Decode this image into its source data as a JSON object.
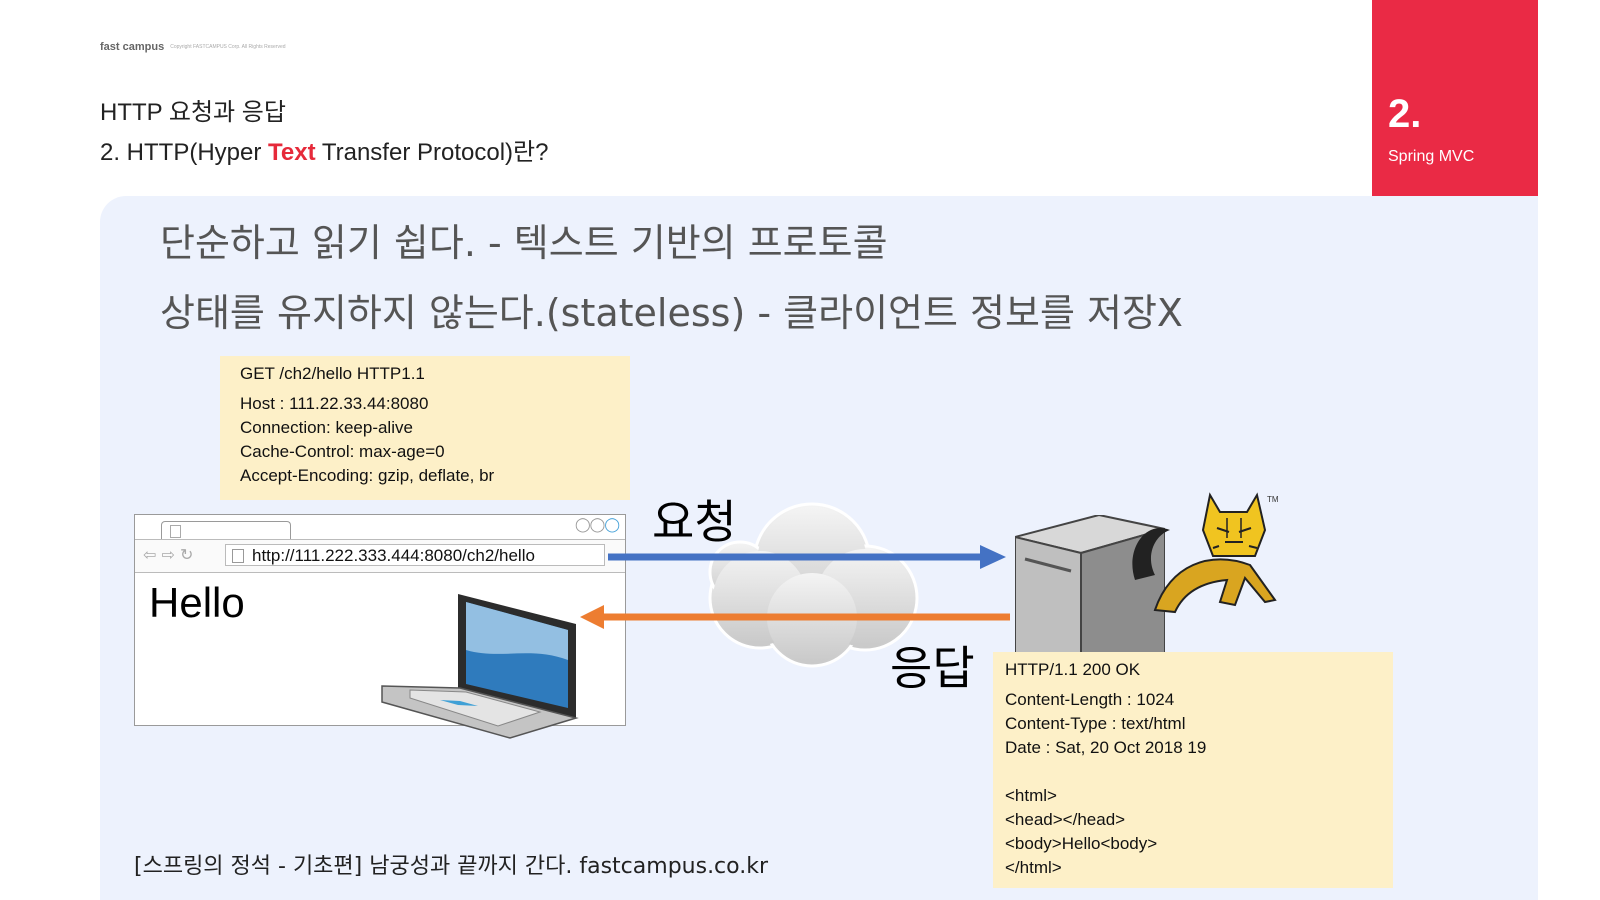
{
  "brand": {
    "logo": "fast campus",
    "copyright": "Copyright FASTCAMPUS Corp. All Rights Reserved"
  },
  "title": "HTTP 요청과 응답",
  "subtitle": {
    "prefix": "2. HTTP(Hyper ",
    "highlight": "Text",
    "suffix": " Transfer Protocol)란?"
  },
  "corner": {
    "number": "2.",
    "label": "Spring MVC"
  },
  "lines": [
    "단순하고 읽기 쉽다. - 텍스트 기반의 프로토콜",
    "상태를 유지하지 않는다.(stateless) - 클라이언트 정보를 저장X"
  ],
  "request": {
    "first_line": "GET /ch2/hello HTTP1.1",
    "headers": [
      "Host : 111.22.33.44:8080",
      "Connection: keep-alive",
      "Cache-Control: max-age=0",
      "Accept-Encoding: gzip, deflate, br"
    ],
    "label": "요청"
  },
  "response": {
    "first_line": "HTTP/1.1 200 OK",
    "headers": [
      "Content-Length : 1024",
      "Content-Type : text/html",
      "Date : Sat, 20 Oct 2018 19"
    ],
    "body": [
      "<html>",
      "<head></head>",
      "<body>Hello<body>",
      "</html>"
    ],
    "label": "응답"
  },
  "browser": {
    "url": "http://111.222.333.444:8080/ch2/hello",
    "content": "Hello"
  },
  "server": {
    "tm": "TM"
  },
  "colors": {
    "accent": "#ea2a45",
    "request_arrow": "#4472c4",
    "response_arrow": "#ed7d31",
    "note_bg": "#fdf0c8",
    "content_bg": "#edf2fd"
  },
  "footer": "[스프링의 정석 - 기초편] 남궁성과 끝까지 간다.  fastcampus.co.kr"
}
